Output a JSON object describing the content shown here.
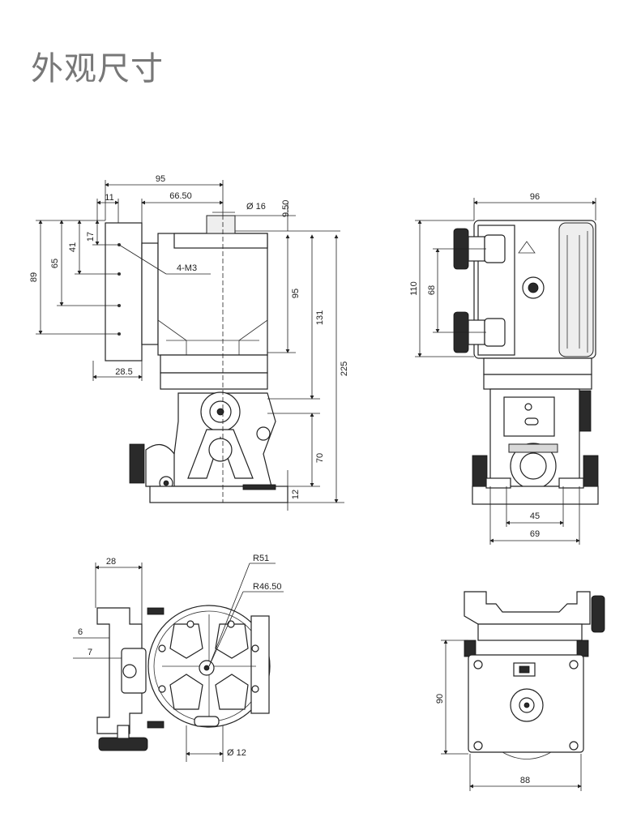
{
  "title": "外观尺寸",
  "side_view": {
    "d95_top": "95",
    "d11": "11",
    "d66_50": "66.50",
    "d16": "Ø 16",
    "d9_50": "9.50",
    "d17": "17",
    "d41": "41",
    "d65": "65",
    "d89": "89",
    "label_4m3": "4-M3",
    "d95_side": "95",
    "d131": "131",
    "d225": "225",
    "d28_5": "28.5",
    "d70": "70",
    "d12": "12"
  },
  "front_view": {
    "d96": "96",
    "d110": "110",
    "d68": "68",
    "d45": "45",
    "d69": "69"
  },
  "top_view": {
    "d28": "28",
    "r51": "R51",
    "r46_50": "R46.50",
    "d6": "6",
    "d7": "7",
    "d12": "Ø 12"
  },
  "rear_view": {
    "d90": "90",
    "d88": "88"
  }
}
